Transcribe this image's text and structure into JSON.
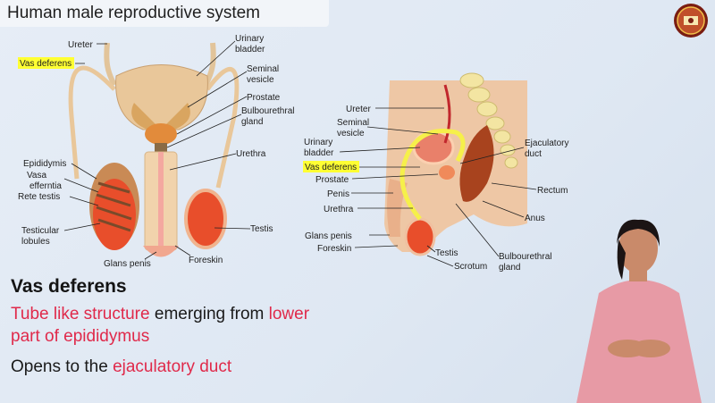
{
  "title": "Human male reproductive system",
  "front_labels": {
    "ureter": "Ureter",
    "vas_deferens": "Vas deferens",
    "urinary_bladder_1": "Urinary",
    "urinary_bladder_2": "bladder",
    "seminal_vesicle_1": "Seminal",
    "seminal_vesicle_2": "vesicle",
    "prostate": "Prostate",
    "bulbourethral_1": "Bulbourethral",
    "bulbourethral_2": "gland",
    "urethra": "Urethra",
    "epididymis": "Epididymis",
    "vasa_efferntia_1": "Vasa",
    "vasa_efferntia_2": "efferntia",
    "rete_testis": "Rete testis",
    "testicular_lobules_1": "Testicular",
    "testicular_lobules_2": "lobules",
    "testis": "Testis",
    "glans_penis": "Glans penis",
    "foreskin": "Foreskin"
  },
  "side_labels": {
    "ureter": "Ureter",
    "seminal_vesicle_1": "Seminal",
    "seminal_vesicle_2": "vesicle",
    "urinary_bladder_1": "Urinary",
    "urinary_bladder_2": "bladder",
    "vas_deferens": "Vas deferens",
    "prostate": "Prostate",
    "penis": "Penis",
    "urethra": "Urethra",
    "glans_penis": "Glans penis",
    "foreskin": "Foreskin",
    "testis": "Testis",
    "scrotum": "Scrotum",
    "ejaculatory_1": "Ejaculatory",
    "ejaculatory_2": "duct",
    "rectum": "Rectum",
    "anus": "Anus",
    "bulbourethral_1": "Bulbourethral",
    "bulbourethral_2": "gland"
  },
  "caption": {
    "heading": "Vas deferens",
    "line1_red_a": "Tube like structure",
    "line1_black": " emerging from ",
    "line1_red_b": "lower",
    "line2_red": "part of epididymus",
    "line3_black": "Opens to the ",
    "line3_red": "ejaculatory duct"
  },
  "colors": {
    "highlight": "#ffff33",
    "accent_red": "#e0294a",
    "organ_tan": "#e9c79a",
    "organ_orange": "#e28b3b",
    "testis_red": "#e84e2b",
    "vas_yellow": "#f6f04a"
  }
}
